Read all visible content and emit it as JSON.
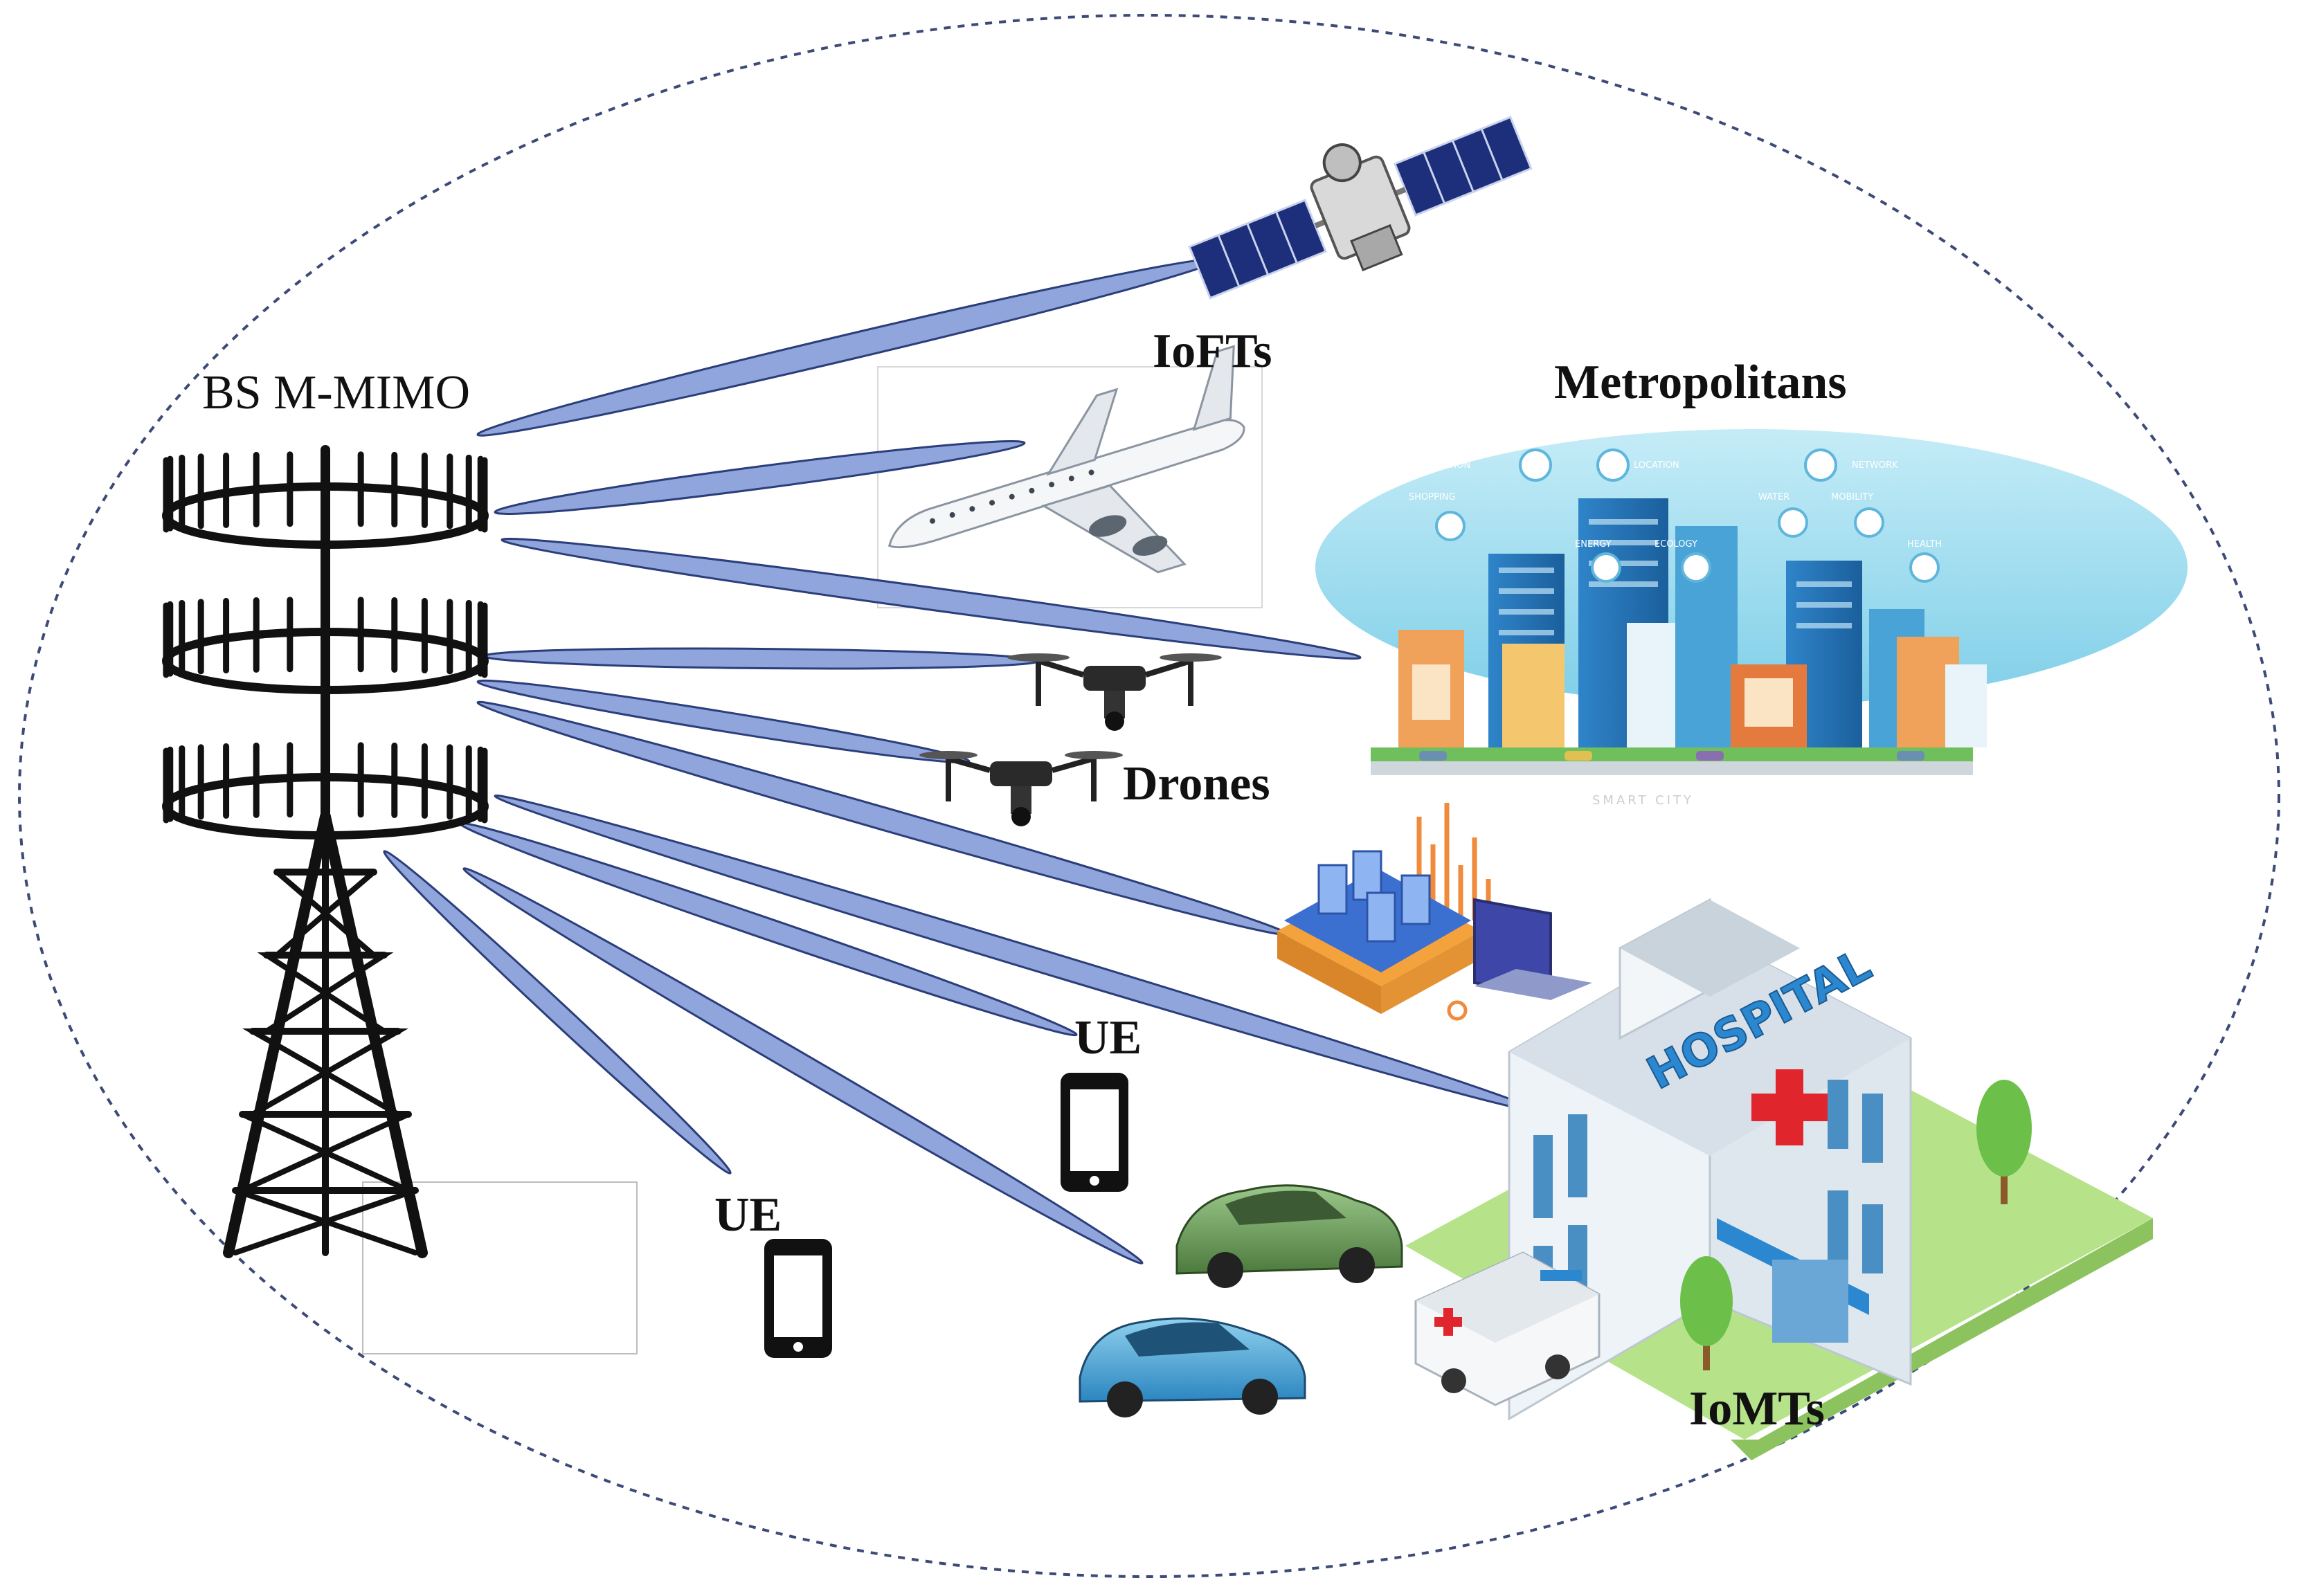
{
  "labels": {
    "bs": "BS M-MIMO",
    "ioft": "IoFTs",
    "metro": "Metropolitans",
    "drones": "Drones",
    "ue_top": "UE",
    "ue_bottom": "UE",
    "iomt": "IoMTs",
    "hospital_sign": "HOSPITAL",
    "smart_city": "SMART CITY",
    "city_icons": [
      "PROTECTION",
      "LOCATION",
      "NETWORK",
      "SHOPPING",
      "WATER",
      "MOBILITY",
      "ENERGY",
      "ECOLOGY",
      "HEALTH"
    ]
  },
  "colors": {
    "beam_fill": "#8fa5dc",
    "beam_stroke": "#2c3e7a",
    "ellipse_stroke": "#3d4a78",
    "sky": "#9fdcef",
    "tower": "#111111"
  },
  "icons": [
    "cell-tower-icon",
    "satellite-icon",
    "airplane-icon",
    "drone-icon",
    "smart-city-icon",
    "server-laptop-icon",
    "hospital-icon",
    "ambulance-icon",
    "car-icon",
    "smartphone-icon",
    "tree-icon"
  ]
}
